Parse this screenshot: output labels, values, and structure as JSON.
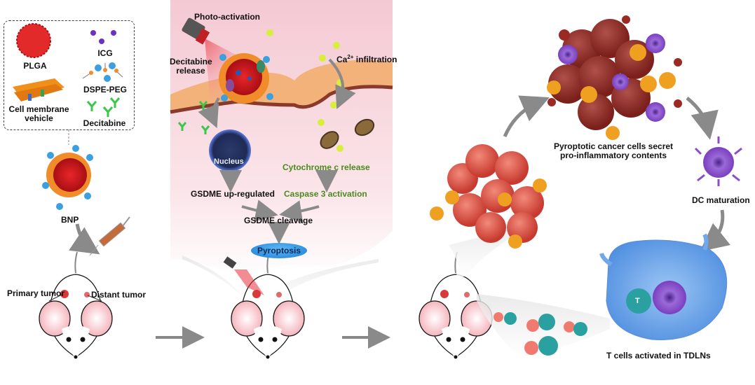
{
  "figure": {
    "legend": {
      "items": [
        {
          "label": "PLGA",
          "icon": "plga-sphere-icon"
        },
        {
          "label": "ICG",
          "icon": "icg-dots-icon"
        },
        {
          "label": "DSPE-PEG",
          "icon": "dspe-peg-icon"
        },
        {
          "label": "Cell membrane\nvehicle",
          "line1": "Cell membrane",
          "line2": "vehicle",
          "icon": "cell-membrane-icon"
        },
        {
          "label": "Decitabine",
          "icon": "decitabine-icon"
        }
      ]
    },
    "bnp_label": "BNP",
    "mouse1": {
      "primary_tumor": "Primary tumor",
      "distant_tumor": "Distant tumor"
    },
    "cell_panel": {
      "photo_activation": "Photo-activation",
      "decitabine_release_line1": "Decitabine",
      "decitabine_release_line2": "release",
      "ca_infiltration_prefix": "Ca",
      "ca_infiltration_sup": "2+",
      "ca_infiltration_suffix": " infiltration",
      "nucleus": "Nucleus",
      "cytochrome": "Cytochrome c release",
      "gsdme_up": "GSDME up-regulated",
      "caspase": "Caspase 3 activation",
      "gsdme_cleavage": "GSDME cleavage",
      "pyroptosis": "Pyroptosis"
    },
    "immune_panel": {
      "pyroptotic_line1": "Pyroptotic cancer cells secret",
      "pyroptotic_line2": "pro-inflammatory contents",
      "dc_maturation": "DC maturation",
      "t_cells": "T cells activated in TDLNs",
      "t_cell_letter": "T"
    },
    "colors": {
      "membrane": "#f2b27a",
      "cytoplasm": "#f6cfd8",
      "tumor_red": "#c8302a",
      "dc_purple": "#8a4fc8",
      "lymph_blue": "#6fa8ec",
      "arrow_gray": "#8a8a8a",
      "text_green": "#4a8a1e",
      "pyroptosis_blue": "#2a8ee0"
    }
  }
}
